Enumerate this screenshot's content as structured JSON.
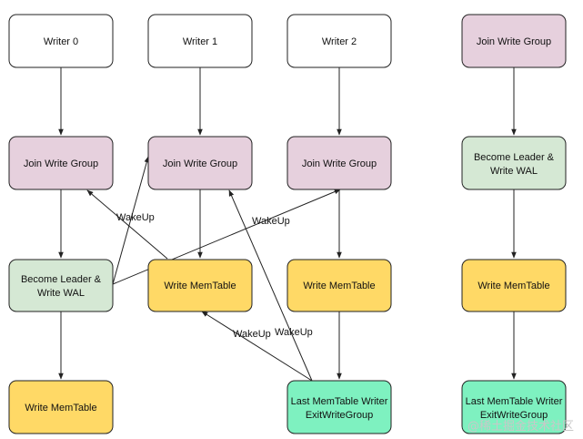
{
  "colors": {
    "writer": "#ffffff",
    "join": "#e6d0dd",
    "leader": "#d5e8d4",
    "memtable": "#ffd966",
    "exit": "#7ef1c0",
    "stroke": "#222222"
  },
  "nodes": {
    "writer0": "Writer 0",
    "writer1": "Writer 1",
    "writer2": "Writer 2",
    "join0": "Join Write Group",
    "join1": "Join Write Group",
    "join2": "Join Write Group",
    "leader0": [
      "Become Leader &",
      "Write WAL"
    ],
    "mem1": "Write MemTable",
    "mem2": "Write MemTable",
    "mem0": "Write MemTable",
    "exit2": [
      "Last MemTable Writer",
      "ExitWriteGroup"
    ],
    "r_join": "Join Write Group",
    "r_leader": [
      "Become Leader &",
      "Write WAL"
    ],
    "r_mem": "Write MemTable",
    "r_exit": [
      "Last MemTable Writer",
      "ExitWriteGroup"
    ]
  },
  "edge_labels": {
    "wakeup_left": "WakeUp",
    "wakeup_right": "WakeUp",
    "wakeup_bottom_left": "WakeUp",
    "wakeup_bottom_right": "WakeUp"
  },
  "watermark": "@稀土掘金技术社区"
}
